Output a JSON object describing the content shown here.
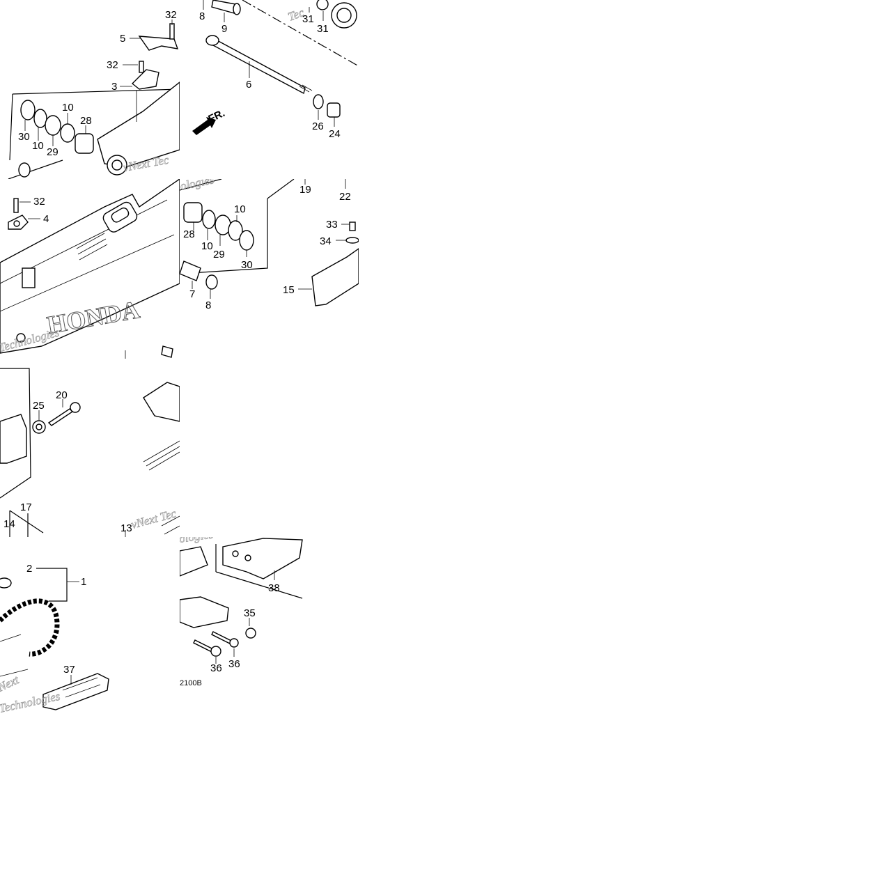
{
  "diagram": {
    "callouts_tile_a": [
      "32",
      "5",
      "32",
      "3",
      "10",
      "28",
      "30",
      "10",
      "29"
    ],
    "callouts_tile_b": [
      "8",
      "9",
      "31",
      "31",
      "6",
      "26",
      "24"
    ],
    "direction_label": "FR.",
    "callouts_tile_c": [
      "32",
      "4"
    ],
    "callouts_tile_d": [
      "19",
      "22",
      "10",
      "28",
      "10",
      "29",
      "30",
      "33",
      "34",
      "7",
      "8",
      "15"
    ],
    "callouts_tile_e": [
      "25",
      "20",
      "17",
      "14",
      "13"
    ],
    "callouts_tile_g": [
      "2",
      "1",
      "37"
    ],
    "callouts_tile_h": [
      "38",
      "35",
      "36",
      "36"
    ],
    "drawing_code": "2100B",
    "brand_mark": "HONDA",
    "watermark_lines": [
      "Next",
      "Technologies",
      "Techno",
      "vNext Tec",
      "ologies",
      "Tec"
    ],
    "colors": {
      "ink": "#000000",
      "watermark": "#9a9a9a",
      "background": "#ffffff"
    }
  }
}
